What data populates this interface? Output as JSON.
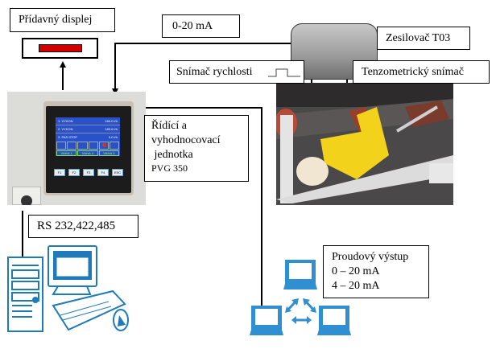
{
  "labels": {
    "extra_display": "Přídavný displej",
    "current_top": "0-20 mA",
    "amplifier": "Zesilovač T03",
    "speed_sensor": "Snímač rychlosti",
    "strain_sensor": "Tenzometrický snímač",
    "control_unit": {
      "line1": "Řídící a",
      "line2": "vyhodnocovací",
      "line3": " jednotka",
      "line4": "PVG 350"
    },
    "serial": "RS 232,422,485",
    "current_output": {
      "line1": "Proudový výstup",
      "line2": "0 – 20 mA",
      "line3": "4 – 20 mA"
    }
  },
  "device_screen": {
    "rows": [
      {
        "name": "1. VYKON",
        "value": "184.0 t/h"
      },
      {
        "name": "2. VYKON",
        "value": "183.6 t/h"
      },
      {
        "name": "3. PAS STOP",
        "value": "0.0 t/h"
      }
    ],
    "status_tabs": [
      "VAHA 1",
      "VAHA 2",
      "VAHA 3"
    ],
    "keys": [
      "F1",
      "F2",
      "F3",
      "F4",
      "ESC"
    ]
  },
  "colors": {
    "display_red": "#d40000",
    "screen_blue": "#2a52c8",
    "network_blue": "#2f8fd0",
    "computer_blue": "#1e7ab8",
    "conveyor_yellow": "#f2d21a"
  }
}
